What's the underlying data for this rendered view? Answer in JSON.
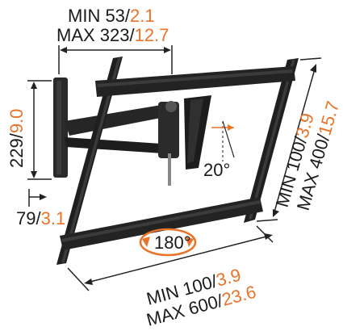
{
  "colors": {
    "metric": "#1a1a1a",
    "imperial": "#e8742a",
    "bracket": "#1f1f1f",
    "bracket_highlight": "#3a3a3a"
  },
  "dimensions": {
    "arm_extension": {
      "min_mm": "MIN 53/",
      "min_in": "2.1",
      "max_mm": "MAX 323/",
      "max_in": "12.7"
    },
    "wall_plate_height": {
      "mm": "229/",
      "in": "9.0"
    },
    "wall_plate_depth": {
      "mm": "79/",
      "in": "3.1"
    },
    "tilt": {
      "label": "20°"
    },
    "swivel": {
      "label": "180°"
    },
    "vesa_vertical": {
      "min_mm": "MIN 100/",
      "min_in": "3.9",
      "max_mm": "MAX 400/",
      "max_in": "15.7"
    },
    "vesa_horizontal": {
      "min_mm": "MIN 100/",
      "min_in": "3.9",
      "max_mm": "MAX 600/",
      "max_in": "23.6"
    }
  }
}
